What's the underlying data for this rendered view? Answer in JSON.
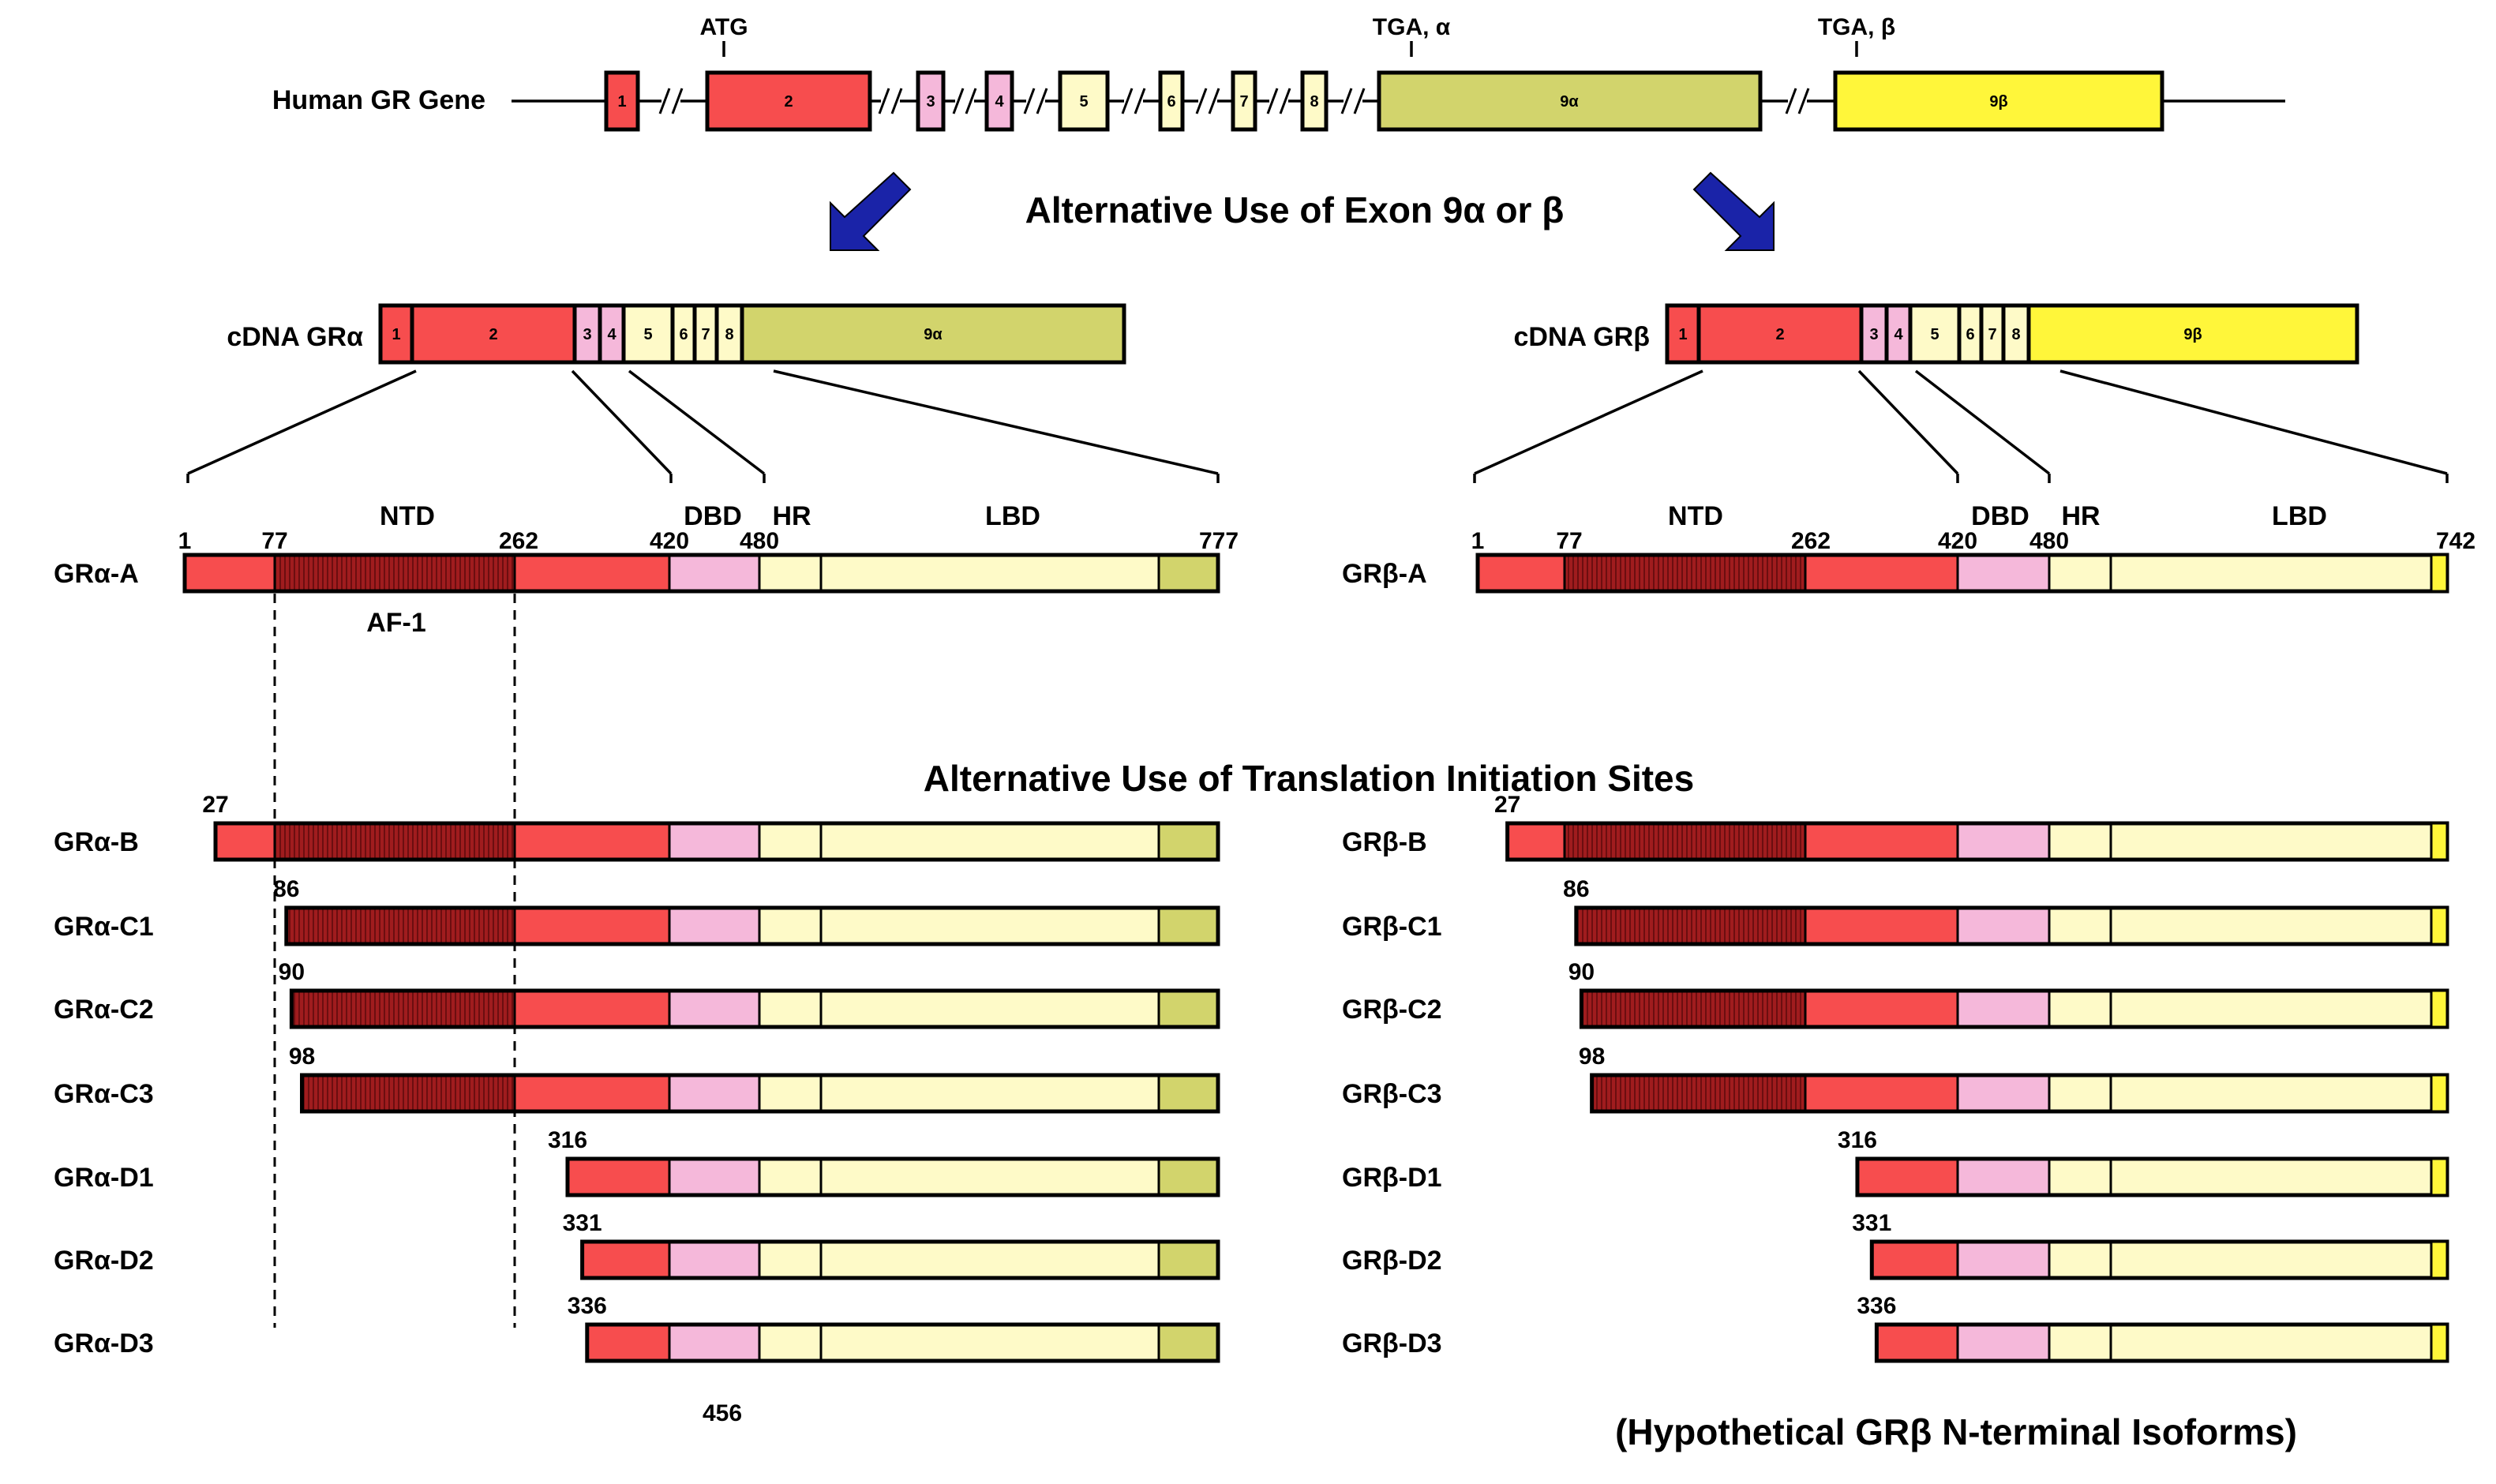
{
  "colors": {
    "ntd_red": "#f74d4e",
    "af1_dark": "#a01c1e",
    "dbd_pink": "#f5b8da",
    "hr_lbd_cream": "#fefac8",
    "exon9a_olive": "#d2d46c",
    "exon9b_yellow": "#fff63a",
    "arrow_blue": "#1a23a8"
  },
  "gene": {
    "label": "Human GR Gene",
    "atg": "ATG",
    "tga_alpha": "TGA, α",
    "tga_beta": "TGA, β",
    "exons": [
      "1",
      "2",
      "3",
      "4",
      "5",
      "6",
      "7",
      "8",
      "9α",
      "9β"
    ]
  },
  "headings": {
    "alt_exon": "Alternative Use of Exon 9α or β",
    "alt_translation": "Alternative Use of Translation Initiation Sites",
    "hypothetical": "(Hypothetical GRβ N-terminal Isoforms)"
  },
  "cdna": {
    "alpha": {
      "label": "cDNA GRα",
      "exons": [
        "1",
        "2",
        "3",
        "4",
        "5",
        "6",
        "7",
        "8",
        "9α"
      ]
    },
    "beta": {
      "label": "cDNA GRβ",
      "exons": [
        "1",
        "2",
        "3",
        "4",
        "5",
        "6",
        "7",
        "8",
        "9β"
      ]
    }
  },
  "domains": {
    "ntd": "NTD",
    "dbd": "DBD",
    "hr": "HR",
    "lbd": "LBD",
    "af1": "AF-1"
  },
  "positions": {
    "alpha": [
      "1",
      "77",
      "262",
      "420",
      "480",
      "777"
    ],
    "beta": [
      "1",
      "77",
      "262",
      "420",
      "480",
      "742"
    ]
  },
  "extra_labels": {
    "alpha_456": "456"
  },
  "isoforms": {
    "alpha": [
      {
        "name": "GRα-A",
        "start": 1,
        "label": ""
      },
      {
        "name": "GRα-B",
        "start": 27,
        "label": "27"
      },
      {
        "name": "GRα-C1",
        "start": 86,
        "label": "86"
      },
      {
        "name": "GRα-C2",
        "start": 90,
        "label": "90"
      },
      {
        "name": "GRα-C3",
        "start": 98,
        "label": "98"
      },
      {
        "name": "GRα-D1",
        "start": 316,
        "label": "316"
      },
      {
        "name": "GRα-D2",
        "start": 331,
        "label": "331"
      },
      {
        "name": "GRα-D3",
        "start": 336,
        "label": "336"
      }
    ],
    "beta": [
      {
        "name": "GRβ-A",
        "start": 1,
        "label": ""
      },
      {
        "name": "GRβ-B",
        "start": 27,
        "label": "27"
      },
      {
        "name": "GRβ-C1",
        "start": 86,
        "label": "86"
      },
      {
        "name": "GRβ-C2",
        "start": 90,
        "label": "90"
      },
      {
        "name": "GRβ-C3",
        "start": 98,
        "label": "98"
      },
      {
        "name": "GRβ-D1",
        "start": 316,
        "label": "316"
      },
      {
        "name": "GRβ-D2",
        "start": 331,
        "label": "331"
      },
      {
        "name": "GRβ-D3",
        "start": 336,
        "label": "336"
      }
    ]
  }
}
